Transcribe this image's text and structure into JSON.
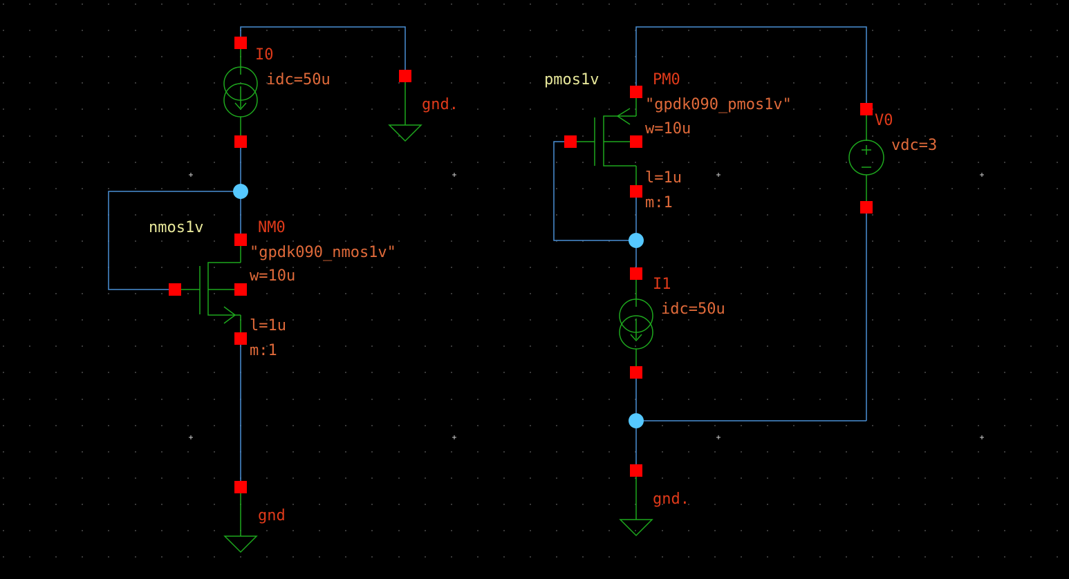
{
  "colors": {
    "background": "#000000",
    "grid_dot": "#3a3a3a",
    "grid_cross": "#cfcfcf",
    "wire": "#4a8fd6",
    "device": "#1ea81e",
    "pin": "#ff0000",
    "junction": "#55c8ff",
    "instance_label": "#e03a1a",
    "param_label": "#e06a3a",
    "cell_label": "#e8e89a"
  },
  "nmos_circuit": {
    "current_source": {
      "instance": "I0",
      "param": "idc=50u",
      "icon": "current-source-icon"
    },
    "ground_top": {
      "label": "gnd.",
      "icon": "ground-icon"
    },
    "transistor": {
      "cell": "nmos1v",
      "instance": "NM0",
      "model": "\"gpdk090_nmos1v\"",
      "w": "w=10u",
      "l": "l=1u",
      "m": "m:1",
      "icon": "nmos-transistor-icon"
    },
    "ground_bottom": {
      "label": "gnd",
      "icon": "ground-icon"
    }
  },
  "pmos_circuit": {
    "transistor": {
      "cell": "pmos1v",
      "instance": "PM0",
      "model": "\"gpdk090_pmos1v\"",
      "w": "w=10u",
      "l": "l=1u",
      "m": "m:1",
      "icon": "pmos-transistor-icon"
    },
    "voltage_source": {
      "instance": "V0",
      "param": "vdc=3",
      "icon": "voltage-source-icon"
    },
    "current_source": {
      "instance": "I1",
      "param": "idc=50u",
      "icon": "current-source-icon"
    },
    "ground": {
      "label": "gnd.",
      "icon": "ground-icon"
    }
  }
}
